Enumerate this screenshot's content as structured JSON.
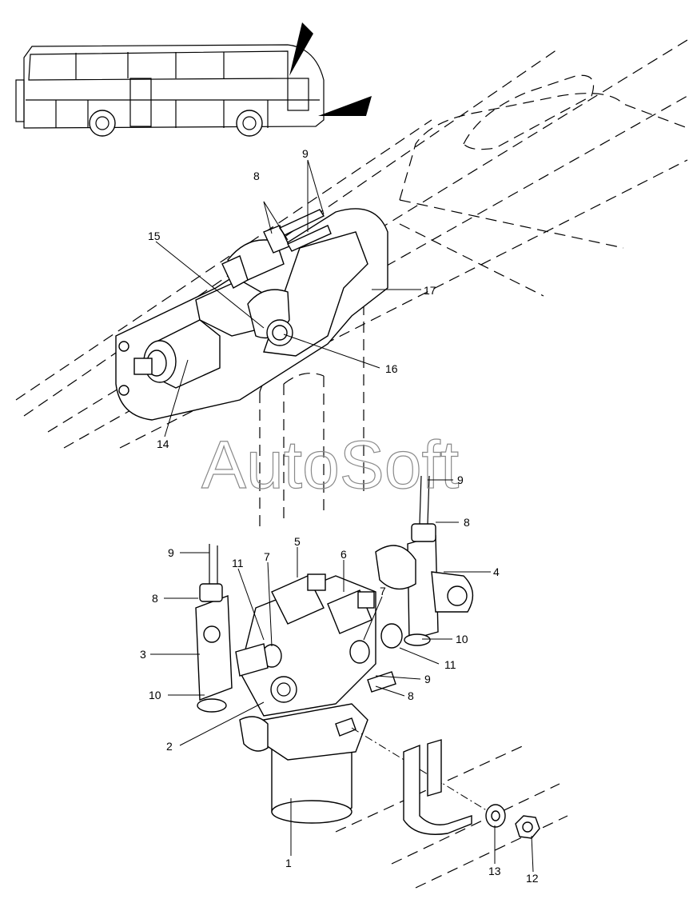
{
  "watermark": "AutoSoft",
  "callouts": {
    "c1": "1",
    "c2": "2",
    "c3": "3",
    "c4": "4",
    "c5": "5",
    "c6": "6",
    "c7a": "7",
    "c7b": "7",
    "c8a": "8",
    "c8b": "8",
    "c8c": "8",
    "c8d": "8",
    "c9a": "9",
    "c9b": "9",
    "c9c": "9",
    "c9d": "9",
    "c10a": "10",
    "c10b": "10",
    "c11a": "11",
    "c11b": "11",
    "c12": "12",
    "c13": "13",
    "c14": "14",
    "c15": "15",
    "c16": "16",
    "c17": "17"
  }
}
